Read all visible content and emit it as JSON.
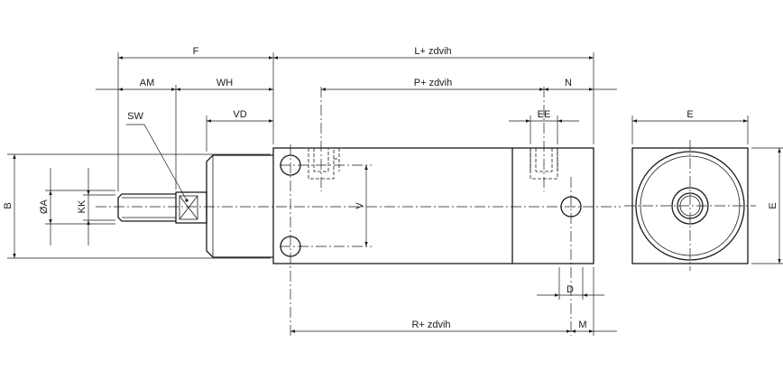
{
  "labels": {
    "F": "F",
    "L": "L+ zdvih",
    "AM": "AM",
    "WH": "WH",
    "P": "P+ zdvih",
    "N": "N",
    "SW": "SW",
    "VD": "VD",
    "EE": "EE",
    "E_top": "E",
    "E_side": "E",
    "B": "B",
    "A": "ØA",
    "KK": "KK",
    "V": "V",
    "D": "D",
    "R": "R+ zdvih",
    "M": "M"
  }
}
